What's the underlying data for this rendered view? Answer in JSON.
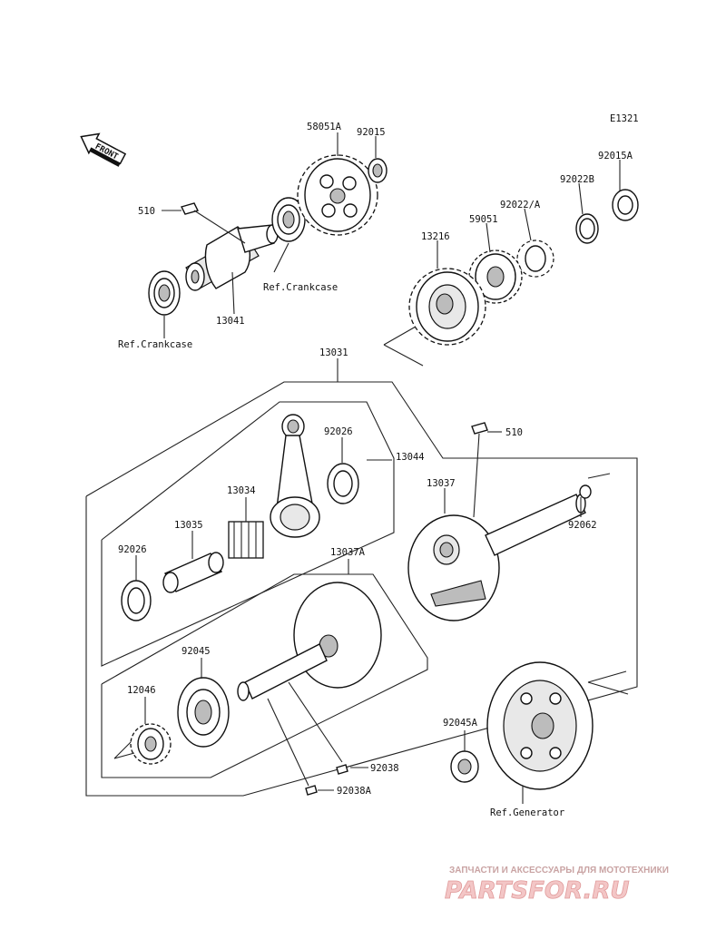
{
  "diagram_code": "E1321",
  "front_label": "FRONT",
  "labels": {
    "p58051A": "58051A",
    "p92015": "92015",
    "p92015A": "92015A",
    "p92022B": "92022B",
    "p92022A": "92022/A",
    "p59051": "59051",
    "p13216": "13216",
    "p510_top": "510",
    "ref_crankcase_1": "Ref.Crankcase",
    "ref_crankcase_2": "Ref.Crankcase",
    "p13041": "13041",
    "p13031": "13031",
    "p510_mid": "510",
    "p92026_top": "92026",
    "p13044": "13044",
    "p13034": "13034",
    "p13037": "13037",
    "p13035": "13035",
    "p92062": "92062",
    "p92026_left": "92026",
    "p13037A": "13037A",
    "p92045": "92045",
    "p12046": "12046",
    "p92045A": "92045A",
    "p92038": "92038",
    "p92038A": "92038A",
    "ref_generator": "Ref.Generator"
  },
  "watermark": {
    "tagline": "ЗАПЧАСТИ И АКСЕССУАРЫ ДЛЯ МОТОТЕХНИКИ",
    "logo": "PARTSFOR.RU",
    "color": "#e07070"
  }
}
